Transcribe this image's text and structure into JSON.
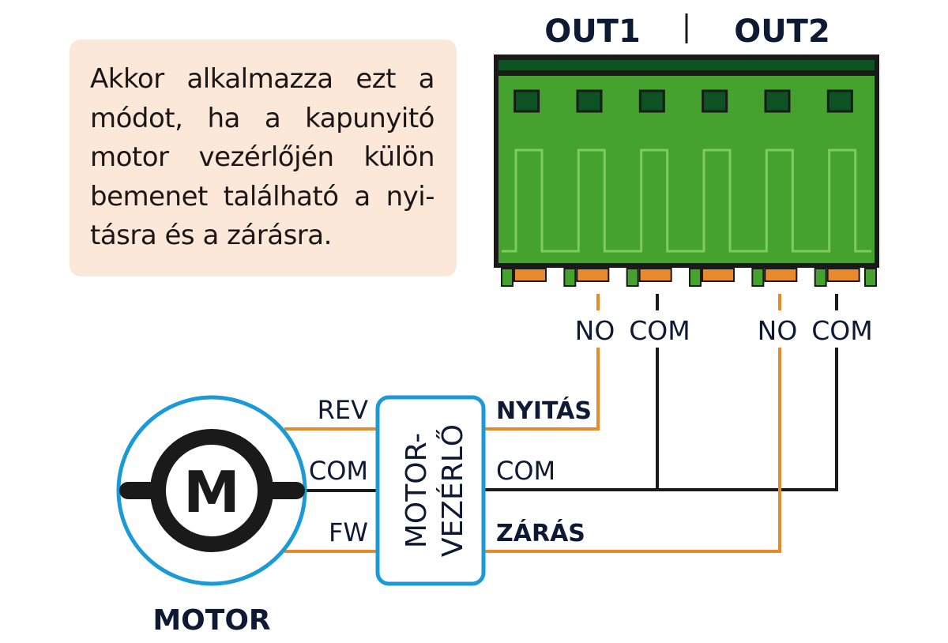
{
  "note": {
    "text": "Akkor alkalmazza ezt a módot, ha a kapunyitó motor vezérlőjén külön bemenet található a nyi-tásra és a zárásra."
  },
  "relay_board": {
    "out1_label": "OUT1",
    "out2_label": "OUT2",
    "terminal_count": 6,
    "terminals": [
      {
        "label": "NO",
        "output": "OUT1",
        "wire": "orange"
      },
      {
        "label": "COM",
        "output": "OUT1",
        "wire": "black"
      },
      {
        "label": "NO",
        "output": "OUT2",
        "wire": "orange"
      },
      {
        "label": "COM",
        "output": "OUT2",
        "wire": "black"
      }
    ]
  },
  "controller": {
    "title_line1": "MOTOR-",
    "title_line2": "VEZÉRLŐ",
    "left_inputs": [
      "REV",
      "COM",
      "FW"
    ],
    "right_inputs": [
      "NYITÁS",
      "COM",
      "ZÁRÁS"
    ]
  },
  "motor": {
    "label": "MOTOR",
    "symbol": "M"
  },
  "colors": {
    "orange_wire": "#e8892c",
    "black_wire": "#1a1a1a",
    "board_green": "#46a22f",
    "board_dark": "#0c5222",
    "accent_blue": "#1a9ad6",
    "note_bg": "#fbe8d9",
    "text_navy": "#0e1a33"
  }
}
